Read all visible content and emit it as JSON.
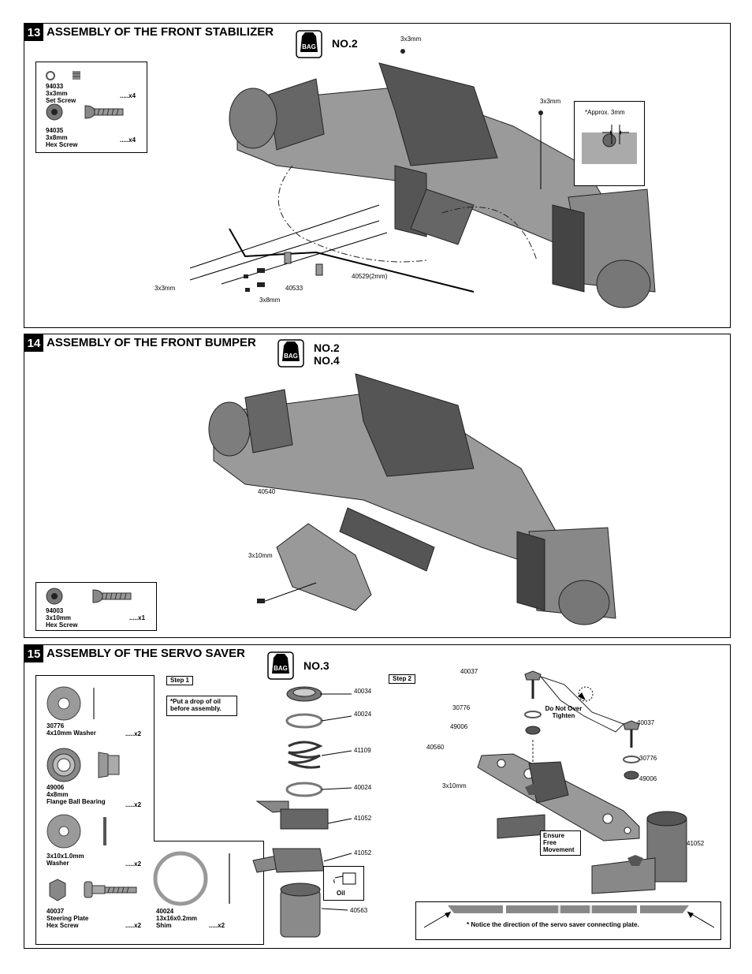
{
  "step13": {
    "number": "13",
    "title": "ASSEMBLY OF THE FRONT STABILIZER",
    "bag_icon": "BAG",
    "bag_no": "NO.2",
    "parts": [
      {
        "code": "94033",
        "size": "3x3mm",
        "name": "Set Screw",
        "qty": ".....x4"
      },
      {
        "code": "94035",
        "size": "3x8mm",
        "name": "Hex Screw",
        "qty": ".....x4"
      }
    ],
    "labels": {
      "screw_top": "3x3mm",
      "screw_right": "3x3mm",
      "approx": "*Approx. 3mm",
      "screw_left": "3x3mm",
      "screw_bottom": "3x8mm",
      "mount": "40533",
      "wire": "40529(2mm)"
    }
  },
  "step14": {
    "number": "14",
    "title": "ASSEMBLY OF THE FRONT BUMPER",
    "bag_icon": "BAG",
    "bag_no1": "NO.2",
    "bag_no2": "NO.4",
    "parts": [
      {
        "code": "94003",
        "size": "3x10mm",
        "name": "Hex Screw",
        "qty": ".....x1"
      }
    ],
    "labels": {
      "bumper": "40540",
      "screw": "3x10mm"
    }
  },
  "step15": {
    "number": "15",
    "title": "ASSEMBLY OF THE SERVO SAVER",
    "bag_icon": "BAG",
    "bag_no": "NO.3",
    "parts": [
      {
        "code": "30776",
        "size": "4x10mm Washer",
        "name": "",
        "qty": ".....x2"
      },
      {
        "code": "49006",
        "size": "4x8mm",
        "name": "Flange Ball Bearing",
        "qty": ".....x2"
      },
      {
        "code": "",
        "size": "3x10x1.0mm",
        "name": "Washer",
        "qty": ".....x2"
      },
      {
        "code": "40037",
        "size": "Steering Plate",
        "name": "Hex Screw",
        "qty": ".....x2"
      },
      {
        "code": "40024",
        "size": "13x16x0.2mm",
        "name": "Shim",
        "qty": ".....x2"
      }
    ],
    "step1": {
      "label": "Step 1",
      "note": "*Put a drop of oil before assembly.",
      "oil": "Oil",
      "parts": [
        "40034",
        "40024",
        "41109",
        "40024",
        "41052",
        "41052",
        "40563"
      ]
    },
    "step2": {
      "label": "Step 2",
      "do_not": "Do Not Over Tighten",
      "ensure": "Ensure Free Movement",
      "labels": [
        "40037",
        "30776",
        "49006",
        "40560",
        "3x10mm",
        "40037",
        "30776",
        "49006",
        "41052"
      ],
      "notice": "* Notice the direction of the servo saver connecting plate."
    }
  }
}
